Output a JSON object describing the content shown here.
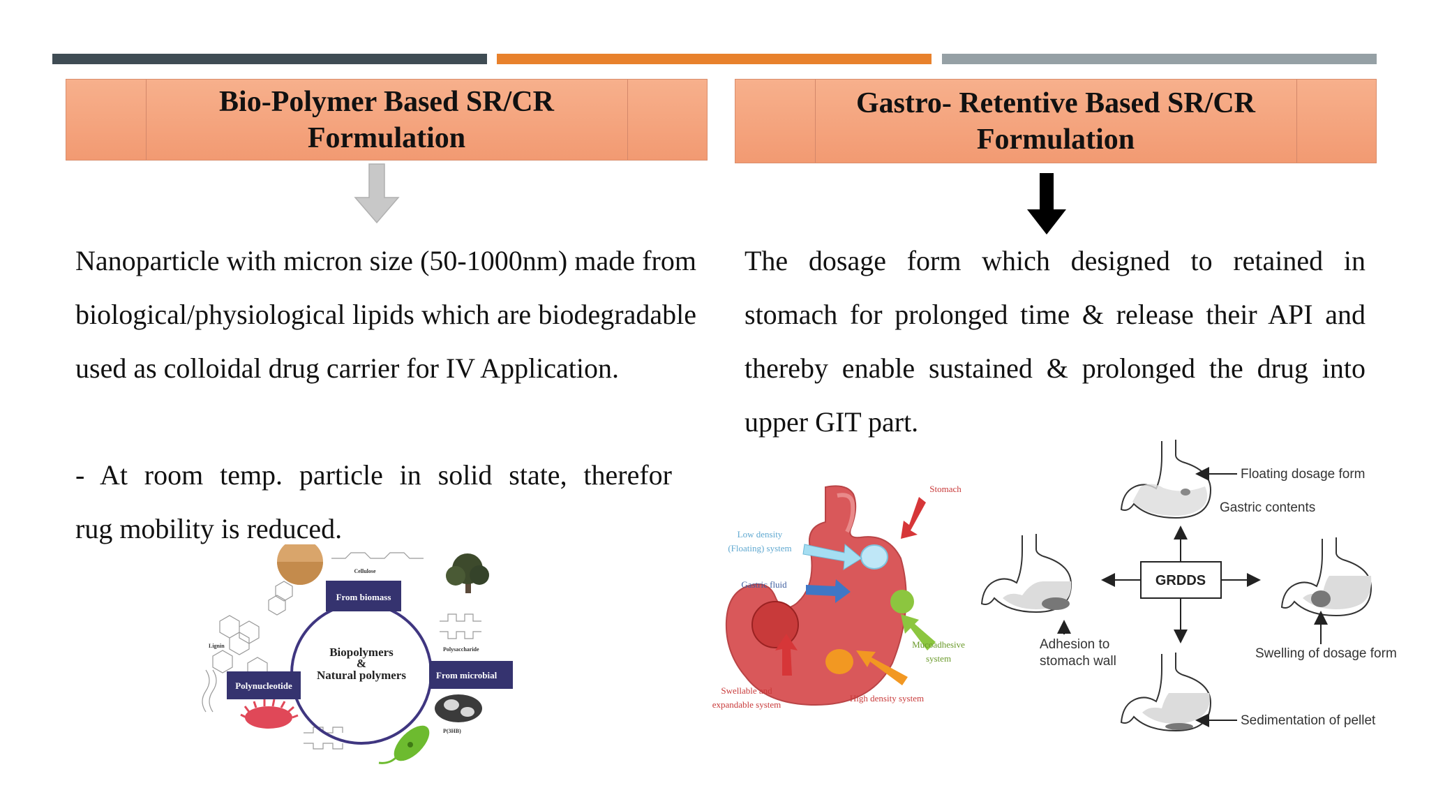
{
  "left": {
    "heading_line1": "Bio-Polymer Based SR/CR",
    "heading_line2": "Formulation",
    "paragraph": "Nanoparticle with micron size (50-1000nm) made from biological/physiological lipids which are biodegradable used as colloidal drug carrier for IV Application.",
    "note_line1": "- At room temp. particle in solid state, therefor",
    "note_line2": "rug mobility is reduced.",
    "figure": {
      "center_line1": "Biopolymers",
      "center_line2": "&",
      "center_line3": "Natural polymers",
      "label_biomass": "From biomass",
      "label_polynucleotide": "Polynucleotide",
      "label_microbial": "From microbial",
      "label_cellulose": "Cellulose",
      "label_polysaccharide": "Polysaccharide",
      "label_lignin": "Lignin",
      "label_phb": "P(3HB)"
    }
  },
  "right": {
    "heading_line1": "Gastro- Retentive Based SR/CR",
    "heading_line2": "Formulation",
    "paragraph": "The dosage form which designed to retained in stomach for prolonged time & release their API and thereby enable sustained & prolonged the drug into upper GIT part.",
    "stomach_figure": {
      "stomach": "Stomach",
      "low_density_1": "Low density",
      "low_density_2": "(Floating) system",
      "gastric_fluid": "Gastric fluid",
      "mucoadhesive_1": "Mucoadhesive",
      "mucoadhesive_2": "system",
      "swellable_1": "Swellable and",
      "swellable_2": "expandable system",
      "high_density": "High density system"
    },
    "grdds_figure": {
      "center": "GRDDS",
      "floating": "Floating dosage form",
      "gastric_contents": "Gastric contents",
      "adhesion_1": "Adhesion to",
      "adhesion_2": "stomach wall",
      "swelling": "Swelling of dosage form",
      "sedimentation": "Sedimentation of pellet"
    }
  },
  "colors": {
    "bar_dark": "#3f4c54",
    "bar_orange": "#e8812c",
    "bar_gray": "#95a0a5",
    "heading_fill": "#f4a37d",
    "stomach_red": "#d9585a"
  }
}
